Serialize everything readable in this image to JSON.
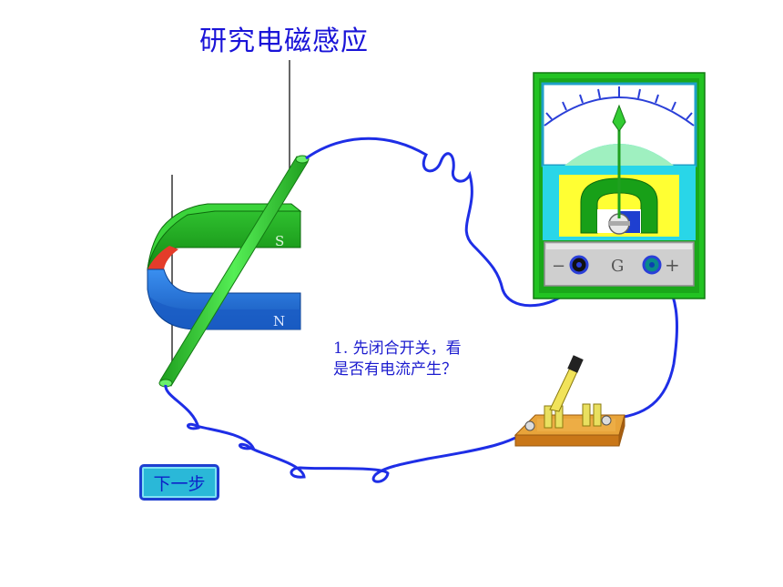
{
  "title": "研究电磁感应",
  "magnet": {
    "pole_s": "S",
    "pole_n": "N"
  },
  "galvanometer": {
    "minus": "−",
    "label": "G",
    "plus": "+"
  },
  "question": {
    "line1": "1. 先闭合开关，看",
    "line2": "是否有电流产生？"
  },
  "next_button": {
    "label": "下一步"
  },
  "colors": {
    "title": "#1a14d8",
    "wire": "#1e2ee6",
    "magnet_green": "#1fa31f",
    "magnet_blue": "#1e6fd6",
    "rod_green": "#33dd33",
    "meter_frame": "#22c322",
    "meter_face": "#29d6e8",
    "switch_base": "#e39a2c",
    "button_bg": "#2ab8d8"
  }
}
